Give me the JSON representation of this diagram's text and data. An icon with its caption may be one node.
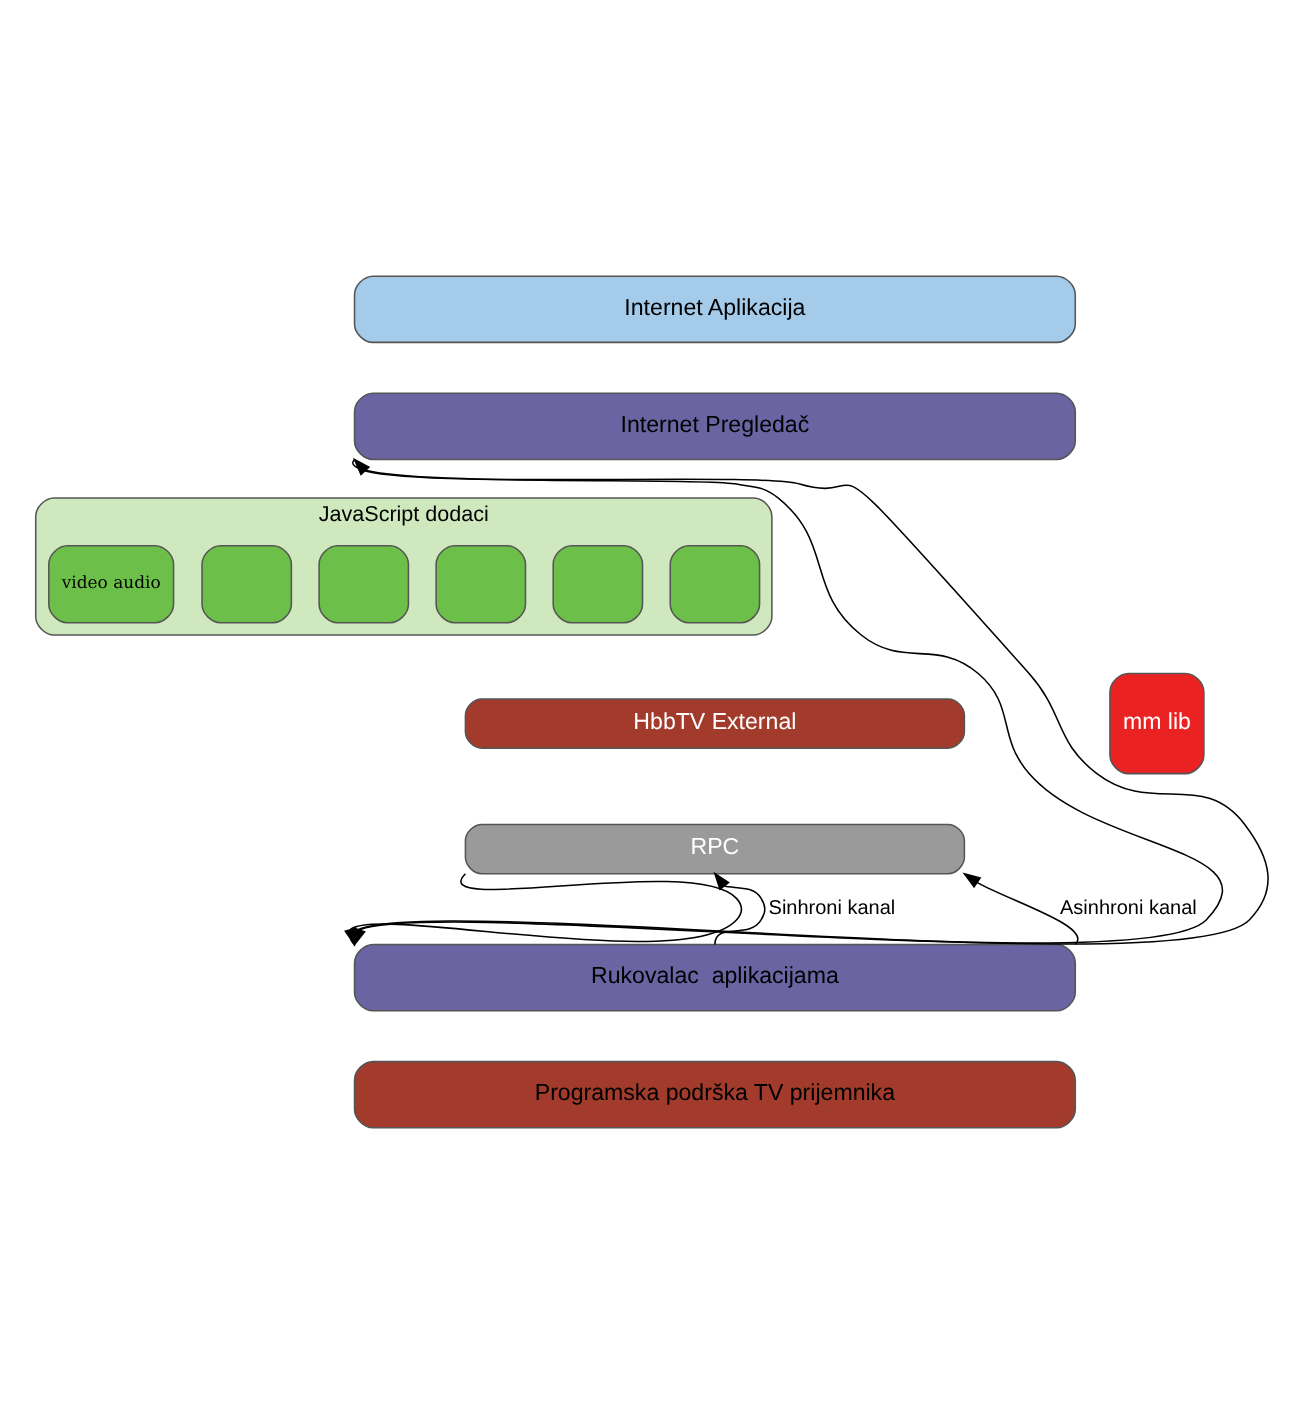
{
  "diagram": {
    "nodes": [
      {
        "text": [
          "Internet Aplikacija"
        ]
      },
      {
        "text": [
          "Internet Pregledač"
        ]
      },
      {
        "text": [
          "JavaScript dodaci"
        ]
      },
      {
        "text": [],
        "shape": "box",
        "in": 2
      },
      {
        "text": [],
        "shape": "box",
        "in": 2
      },
      {
        "text": [],
        "shape": "box",
        "in": 2
      },
      {
        "text": [],
        "shape": "box",
        "in": 2
      },
      {
        "text": [],
        "shape": "box",
        "in": 2
      },
      {
        "text": [
          "video audio"
        ],
        "in": 2
      },
      {
        "text": [
          "HbbTV External"
        ]
      },
      {
        "text": [
          "mm lib"
        ]
      },
      {
        "text": [
          "RPC"
        ]
      },
      {
        "text": [
          "Rukovalac  aplikacijama"
        ]
      },
      {
        "text": [
          "Programska podrška TV prijemnika"
        ]
      }
    ],
    "edges": [
      {
        "from": 12,
        "to": 1,
        "arrow": "to"
      },
      {
        "from": 1,
        "to": 12,
        "arrow": "to"
      },
      {
        "from": 11,
        "to": 12,
        "arrow": "to"
      },
      {
        "from": 12,
        "to": 11,
        "arrow": "to",
        "label": "Sinhroni kanal"
      },
      {
        "from": 12,
        "to": 11,
        "arrow": "to",
        "label": "Asinhroni kanal"
      }
    ]
  }
}
